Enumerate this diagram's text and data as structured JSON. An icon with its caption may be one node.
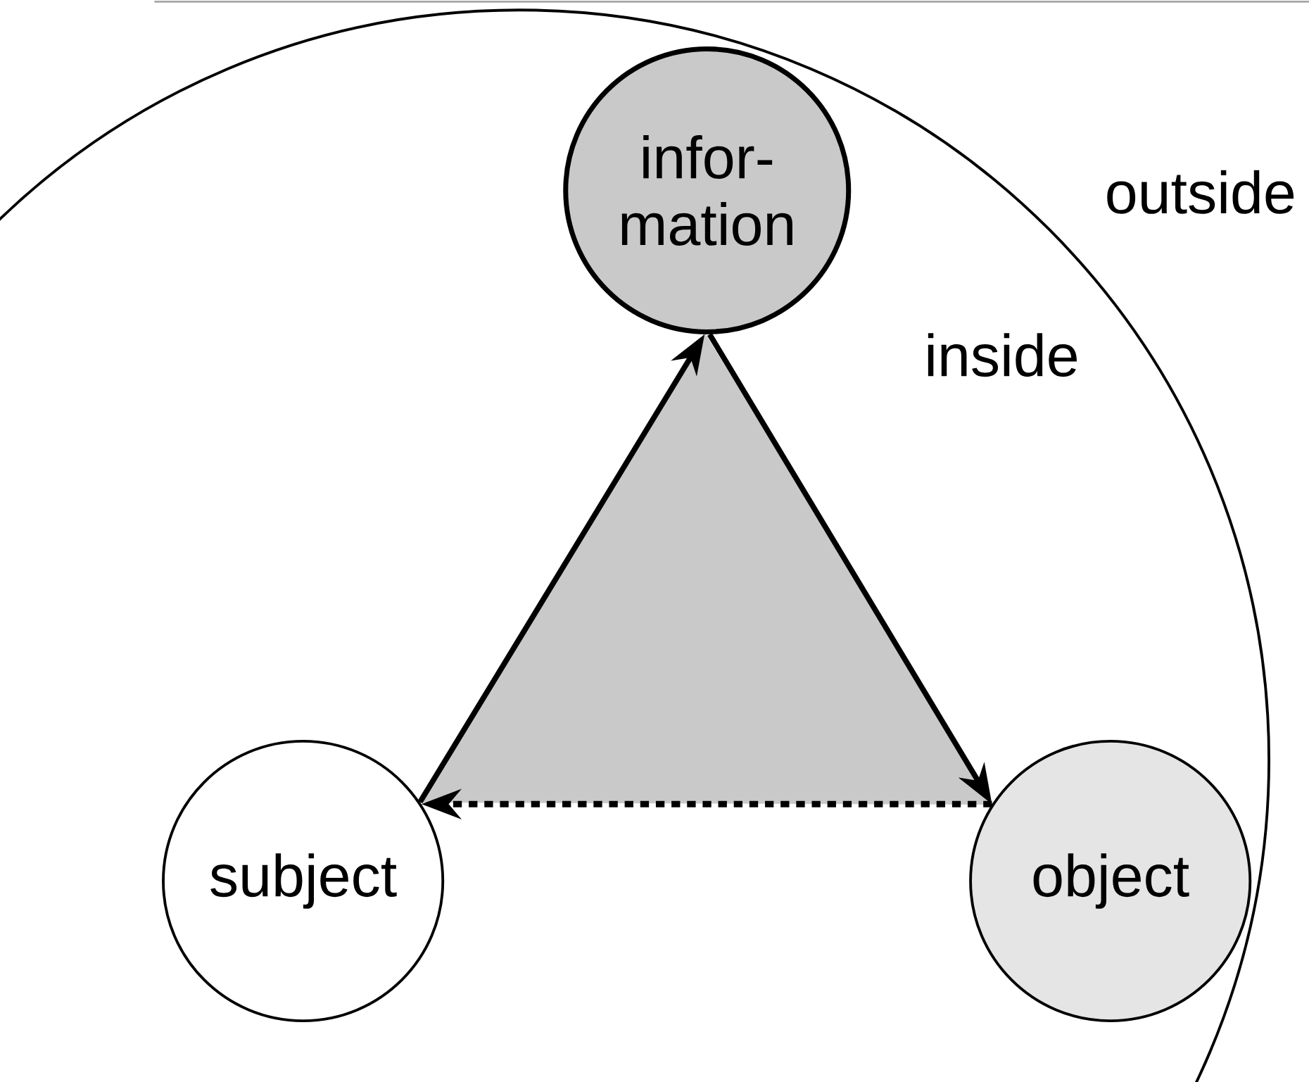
{
  "diagram": {
    "nodes": [
      {
        "text": [
          "infor- mation"
        ]
      },
      {
        "text": [
          "subject"
        ]
      },
      {
        "text": [
          "object"
        ]
      }
    ],
    "edges": [
      {
        "from": 1,
        "to": 0,
        "arrow": "to"
      },
      {
        "from": 0,
        "to": 2,
        "arrow": "to"
      },
      {
        "from": 2,
        "to": 1,
        "arrow": "to",
        "style": "dashed"
      }
    ],
    "labels": [
      "outside",
      "inside"
    ]
  }
}
